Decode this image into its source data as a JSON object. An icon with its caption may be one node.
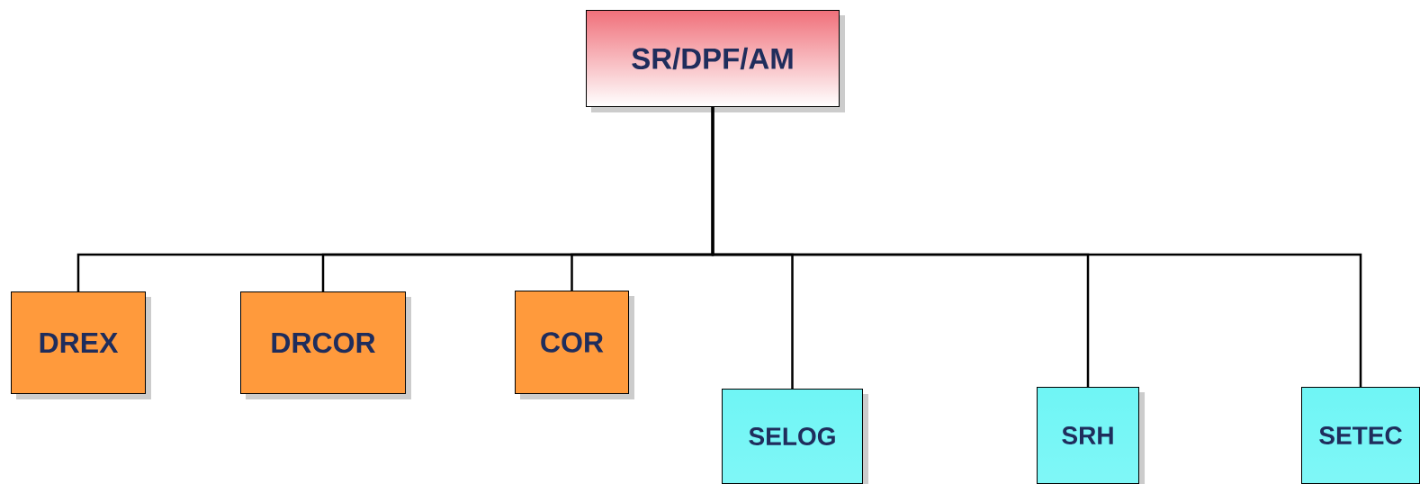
{
  "diagram": {
    "nodes": [
      {
        "text": [
          "SR/DPF/AM"
        ]
      },
      {
        "text": [
          "DREX"
        ]
      },
      {
        "text": [
          "DRCOR"
        ]
      },
      {
        "text": [
          "COR"
        ]
      },
      {
        "text": [
          "SELOG"
        ]
      },
      {
        "text": [
          "SRH"
        ]
      },
      {
        "text": [
          "SETEC"
        ]
      }
    ],
    "edges": [
      {
        "from": 0,
        "to": 1,
        "arrow": "none"
      },
      {
        "from": 0,
        "to": 2,
        "arrow": "none"
      },
      {
        "from": 0,
        "to": 3,
        "arrow": "none"
      },
      {
        "from": 0,
        "to": 4,
        "arrow": "none"
      },
      {
        "from": 0,
        "to": 5,
        "arrow": "none"
      },
      {
        "from": 0,
        "to": 6,
        "arrow": "none"
      }
    ]
  }
}
